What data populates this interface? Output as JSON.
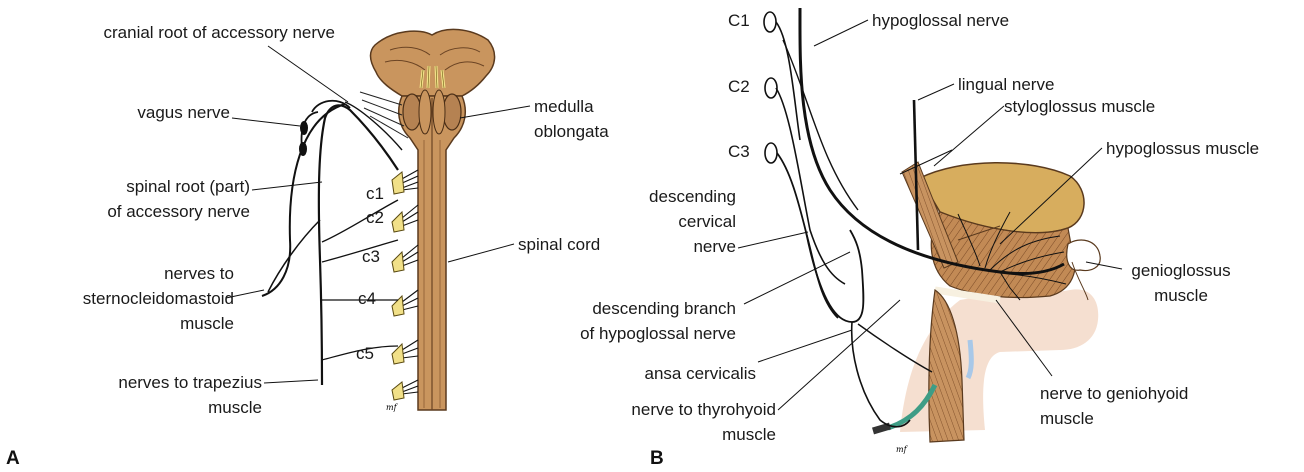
{
  "panel_a": {
    "letter": "A",
    "labels": {
      "cranial_root": "cranial root of accessory nerve",
      "vagus": "vagus nerve",
      "spinal_root_1": "spinal root (part)",
      "spinal_root_2": "of accessory nerve",
      "scm_1": "nerves to",
      "scm_2": "sternocleidomastoid",
      "scm_3": "muscle",
      "trap_1": "nerves to trapezius",
      "trap_2": "muscle",
      "medulla_1": "medulla",
      "medulla_2": "oblongata",
      "spinal_cord": "spinal cord",
      "c1": "c1",
      "c2": "c2",
      "c3": "c3",
      "c4": "c4",
      "c5": "c5"
    }
  },
  "panel_b": {
    "letter": "B",
    "labels": {
      "C1": "C1",
      "C2": "C2",
      "C3": "C3",
      "hypoglossal": "hypoglossal nerve",
      "lingual": "lingual nerve",
      "styloglossus": "styloglossus muscle",
      "hypoglossus": "hypoglossus muscle",
      "genioglossus_1": "genioglossus",
      "genioglossus_2": "muscle",
      "desc_cerv_1": "descending",
      "desc_cerv_2": "cervical",
      "desc_cerv_3": "nerve",
      "desc_branch_1": "descending branch",
      "desc_branch_2": "of hypoglossal nerve",
      "ansa": "ansa cervicalis",
      "thyrohyoid_1": "nerve to thyrohyoid",
      "thyrohyoid_2": "muscle",
      "geniohyoid_1": "nerve to geniohyoid",
      "geniohyoid_2": "muscle"
    }
  },
  "colors": {
    "tissue": "#c9955e",
    "tissue_dark": "#8a5a33",
    "tan": "#d7ad5e",
    "rootlet_yellow": "#f1e088",
    "nerve": "#111111",
    "skin": "#f4dccb",
    "teal": "#3e9d86",
    "blue": "#a8c8e8"
  }
}
